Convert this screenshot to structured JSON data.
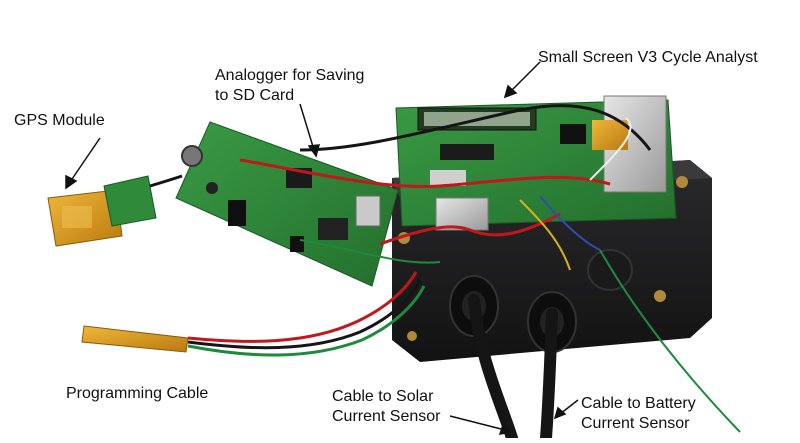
{
  "labels": {
    "gps": "GPS Module",
    "analogger_line1": "Analogger for Saving",
    "analogger_line2": "to SD Card",
    "cycle_analyst": "Small Screen V3 Cycle Analyst",
    "programming_cable": "Programming Cable",
    "solar_line1": "Cable to Solar",
    "solar_line2": "Current Sensor",
    "battery_line1": "Cable to Battery",
    "battery_line2": "Current Sensor"
  },
  "colors": {
    "pcb_green": "#2f8a3a",
    "enclosure_black": "#1e1e20",
    "kapton_orange": "#d99a1c",
    "wire_red": "#c0181c",
    "wire_green": "#1f8a3d",
    "wire_black": "#151515"
  }
}
